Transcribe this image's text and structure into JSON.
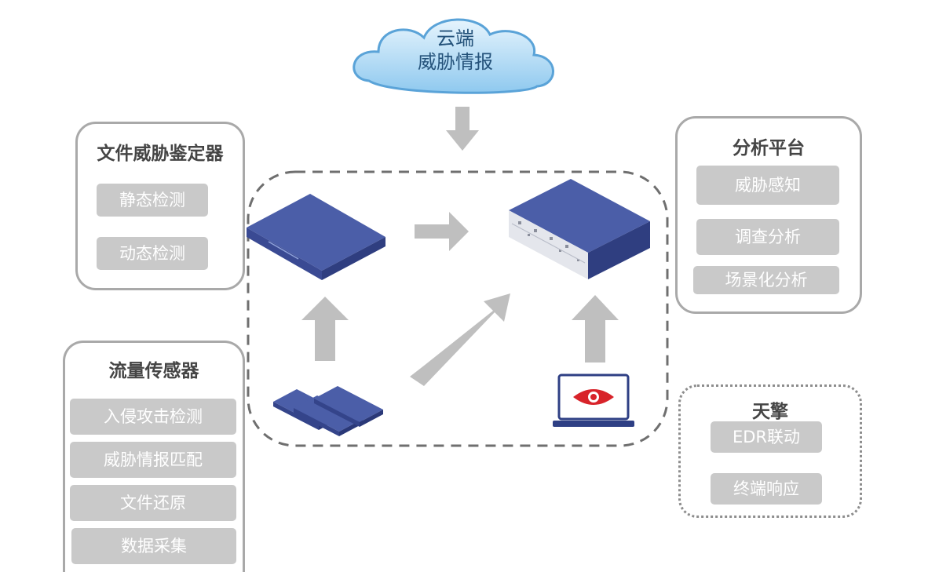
{
  "cloud": {
    "line1": "云端",
    "line2": "威胁情报"
  },
  "file_analyzer": {
    "title": "文件威胁鉴定器",
    "items": [
      "静态检测",
      "动态检测"
    ]
  },
  "traffic_sensor": {
    "title": "流量传感器",
    "items": [
      "入侵攻击检测",
      "威胁情报匹配",
      "文件还原",
      "数据采集"
    ]
  },
  "analysis_platform": {
    "title": "分析平台",
    "items": [
      "威胁感知",
      "调查分析",
      "场景化分析"
    ]
  },
  "tianqing": {
    "title": "天擎",
    "items": [
      "EDR联动",
      "终端响应"
    ]
  },
  "colors": {
    "device_top": "#4b5ea8",
    "device_side": "#34448a",
    "arrow": "#bfbfbf",
    "panel_border": "#a9a9a9",
    "pill": "#c9c9c9",
    "eye": "#d8232a"
  },
  "icons": [
    "cloud-icon",
    "server-icon",
    "chassis-icon",
    "sensor-stack-icon",
    "laptop-eye-icon",
    "arrow-icon"
  ]
}
